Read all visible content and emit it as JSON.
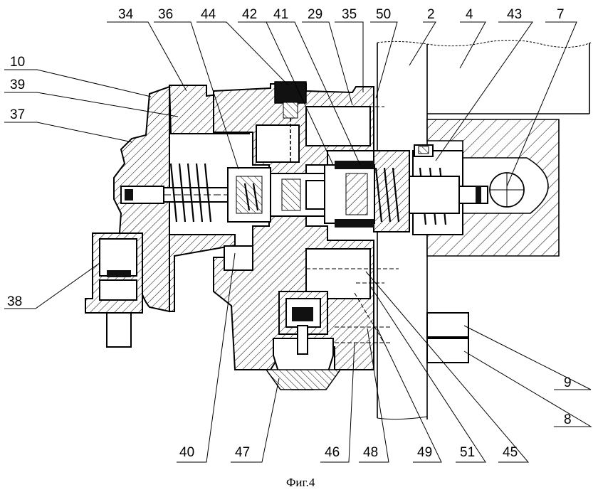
{
  "figure": {
    "caption": "Фиг.4"
  },
  "labels": {
    "l34": "34",
    "l36": "36",
    "l44": "44",
    "l42": "42",
    "l41": "41",
    "l29": "29",
    "l35": "35",
    "l50": "50",
    "l2": "2",
    "l4": "4",
    "l43": "43",
    "l7": "7",
    "l10": "10",
    "l39": "39",
    "l37": "37",
    "l38": "38",
    "l40": "40",
    "l47": "47",
    "l46": "46",
    "l48": "48",
    "l49": "49",
    "l51": "51",
    "l45": "45",
    "l8": "8",
    "l9": "9"
  }
}
